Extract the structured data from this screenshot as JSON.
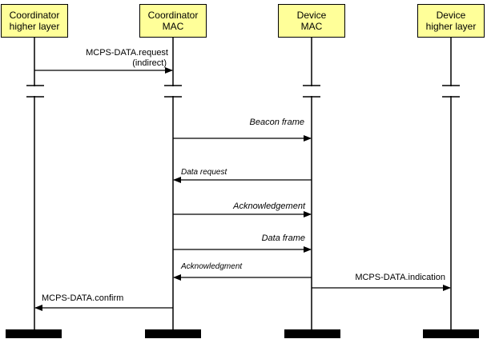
{
  "entities": [
    {
      "line1": "Coordinator",
      "line2": "higher layer"
    },
    {
      "line1": "Coordinator",
      "line2": "MAC"
    },
    {
      "line1": "Device",
      "line2": "MAC"
    },
    {
      "line1": "Device",
      "line2": "higher layer"
    }
  ],
  "messages": {
    "mcps_data_request": "MCPS-DATA.request",
    "mcps_data_request_sub": "(indirect)",
    "beacon_frame": "Beacon frame",
    "data_request": "Data request",
    "acknowledgement": "Acknowledgement",
    "data_frame": "Data frame",
    "acknowledgment": "Acknowledgment",
    "mcps_data_indication": "MCPS-DATA.indication",
    "mcps_data_confirm": "MCPS-DATA.confirm"
  },
  "colors": {
    "entity_fill": "#ffff99",
    "line": "#000000"
  }
}
